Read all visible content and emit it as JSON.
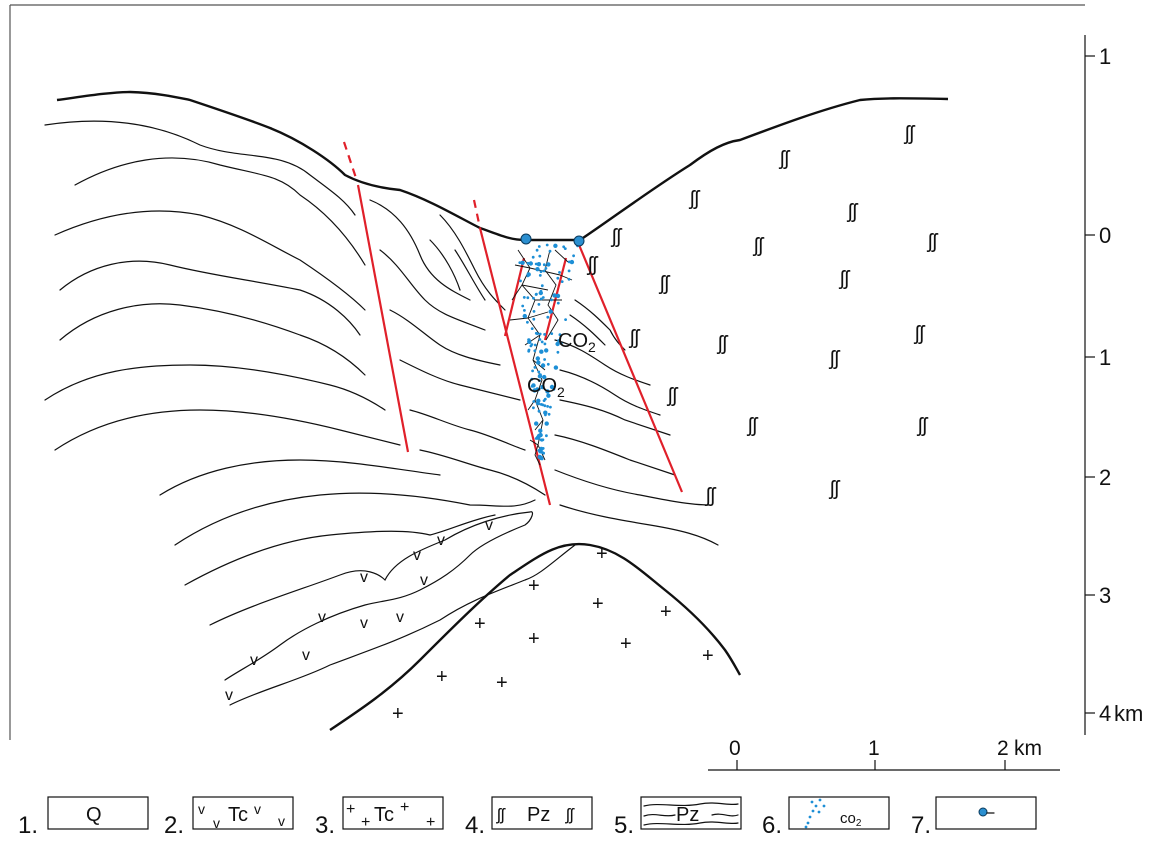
{
  "depth_axis": {
    "labels": [
      "1",
      "0",
      "1",
      "2",
      "3",
      "4"
    ],
    "unit": "km"
  },
  "scale_bar": {
    "labels": [
      "0",
      "1",
      "2"
    ],
    "unit": "km"
  },
  "co2_labels": [
    "CO",
    "CO"
  ],
  "co2_subscript": "2",
  "legend": [
    {
      "num": "1.",
      "text": "Q"
    },
    {
      "num": "2.",
      "text": "Tc"
    },
    {
      "num": "3.",
      "text": "Tc"
    },
    {
      "num": "4.",
      "text": "Pz"
    },
    {
      "num": "5.",
      "text": "Pz"
    },
    {
      "num": "6.",
      "text": "co"
    },
    {
      "num": "7.",
      "text": ""
    }
  ],
  "colors": {
    "fault": "#e0202a",
    "co2_dots": "#1d8fd6",
    "lines": "#111111"
  }
}
